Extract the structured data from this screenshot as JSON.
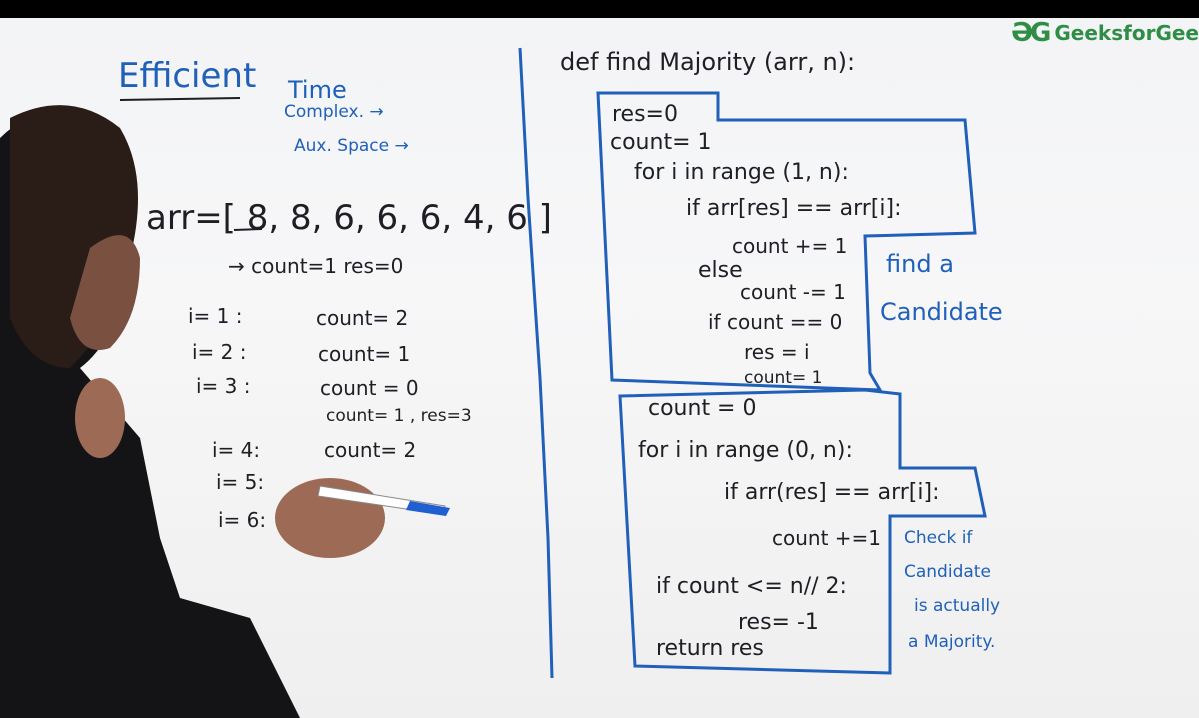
{
  "brand": {
    "logo_text": "GeeksforGee",
    "logo_icon": "geeksforgeeks-logo-icon",
    "color": "#2f8d46"
  },
  "left_board": {
    "heading": "Efficient",
    "time_label": "Time",
    "time_complexity": "Complex. →",
    "aux_space": "Aux. Space →",
    "array": "arr=[ 8, 8, 6, 6, 6, 4, 6 ]",
    "init_line": "→ count=1   res=0",
    "trace": [
      {
        "i": "i= 1 :",
        "state": "count= 2"
      },
      {
        "i": "i= 2 :",
        "state": "count= 1"
      },
      {
        "i": "i= 3 :",
        "state": "count = 0"
      },
      {
        "i": "",
        "state": "count= 1 , res=3"
      },
      {
        "i": "i= 4:",
        "state": "count= 2"
      },
      {
        "i": "i= 5:",
        "state": ""
      },
      {
        "i": "i= 6:",
        "state": ""
      }
    ]
  },
  "right_board": {
    "def_line": "def find Majority (arr, n):",
    "block1": [
      "res=0",
      "count= 1",
      "for i in range (1, n):",
      "if arr[res] == arr[i]:",
      "count += 1",
      "else",
      "count -= 1",
      "if count == 0",
      "res = i",
      "count= 1"
    ],
    "block1_note": [
      "find a",
      "Candidate"
    ],
    "block2": [
      "count = 0",
      "for i in range (0, n):",
      "if arr(res] == arr[i]:",
      "count +=1",
      "if count <= n// 2:",
      "res= -1",
      "return res"
    ],
    "block2_note": [
      "Check if",
      "Candidate",
      "is actually",
      "a Majority."
    ]
  },
  "colors": {
    "ink": "#1e1e24",
    "marker_blue": "#2060b8",
    "board": "#f4f4f5"
  }
}
